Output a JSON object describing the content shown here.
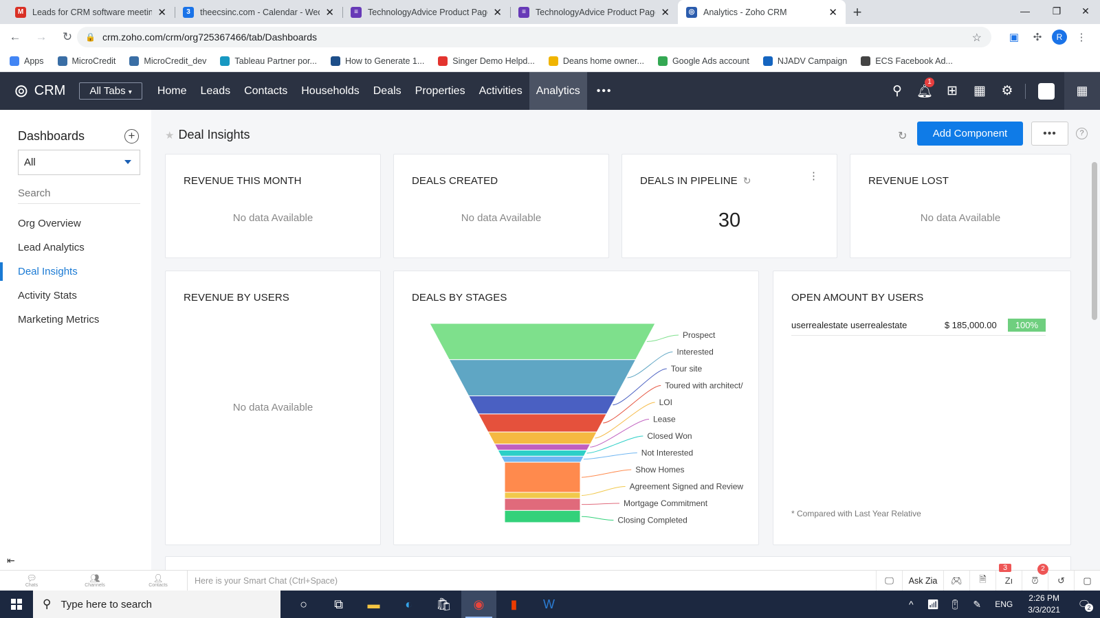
{
  "browser": {
    "tabs": [
      {
        "title": "Leads for CRM software meeting",
        "favicon": "gmail-icon",
        "color": "#d93025",
        "glyph": "M"
      },
      {
        "title": "theecsinc.com - Calendar - Wedn",
        "favicon": "calendar-icon",
        "color": "#1a73e8",
        "glyph": "3"
      },
      {
        "title": "TechnologyAdvice Product Page",
        "favicon": "forms-icon",
        "color": "#673ab7",
        "glyph": "≡"
      },
      {
        "title": "TechnologyAdvice Product Page",
        "favicon": "forms-icon",
        "color": "#673ab7",
        "glyph": "≡"
      },
      {
        "title": "Analytics - Zoho CRM",
        "favicon": "zoho-icon",
        "color": "#2b5cad",
        "glyph": "◎"
      }
    ],
    "url": "crm.zoho.com/crm/org725367466/tab/Dashboards",
    "profile_initial": "R",
    "bookmarks": [
      {
        "label": "Apps",
        "color": "#4285f4"
      },
      {
        "label": "MicroCredit",
        "color": "#3a6ea5"
      },
      {
        "label": "MicroCredit_dev",
        "color": "#3a6ea5"
      },
      {
        "label": "Tableau Partner por...",
        "color": "#1798c1"
      },
      {
        "label": "How to Generate 1...",
        "color": "#1d4e89"
      },
      {
        "label": "Singer Demo Helpd...",
        "color": "#e3342f"
      },
      {
        "label": "Deans home owner...",
        "color": "#f0b400"
      },
      {
        "label": "Google Ads account",
        "color": "#34a853"
      },
      {
        "label": "NJADV Campaign",
        "color": "#1565c0"
      },
      {
        "label": "ECS Facebook Ad...",
        "color": "#444444"
      }
    ]
  },
  "crm": {
    "logo_text": "CRM",
    "all_tabs": "All Tabs",
    "nav": [
      "Home",
      "Leads",
      "Contacts",
      "Households",
      "Deals",
      "Properties",
      "Activities",
      "Analytics"
    ],
    "active_nav": "Analytics",
    "notif_count": "1"
  },
  "sidebar": {
    "title": "Dashboards",
    "filter_value": "All",
    "search_placeholder": "Search",
    "items": [
      "Org Overview",
      "Lead Analytics",
      "Deal Insights",
      "Activity Stats",
      "Marketing Metrics"
    ],
    "active_item": "Deal Insights"
  },
  "page": {
    "title": "Deal Insights",
    "add_component_label": "Add Component",
    "help_label": "?"
  },
  "cards": {
    "revenue_this_month": {
      "title": "REVENUE THIS MONTH",
      "value": "No data Available"
    },
    "deals_created": {
      "title": "DEALS CREATED",
      "value": "No data Available"
    },
    "deals_in_pipeline": {
      "title": "DEALS IN PIPELINE",
      "value": "30"
    },
    "revenue_lost": {
      "title": "REVENUE LOST",
      "value": "No data Available"
    },
    "revenue_by_users": {
      "title": "REVENUE BY USERS",
      "value": "No data Available"
    },
    "deals_by_stages": {
      "title": "DEALS BY STAGES"
    },
    "open_amount_by_users": {
      "title": "OPEN AMOUNT BY USERS",
      "rows": [
        {
          "user": "userrealestate userrealestate",
          "amount": "$ 185,000.00",
          "percent": "100%"
        }
      ],
      "note": "* Compared with Last Year Relative"
    }
  },
  "chart_data": {
    "type": "funnel",
    "categories": [
      "Prospect",
      "Interested",
      "Tour site",
      "Toured with architect/",
      "LOI",
      "Lease",
      "Closed Won",
      "Not Interested",
      "Show Homes",
      "Agreement Signed and Review",
      "Mortgage Commitment",
      "Closing Completed"
    ],
    "values": [
      6,
      6,
      3,
      3,
      2,
      1,
      1,
      1,
      5,
      1,
      2,
      2
    ],
    "colors": [
      "#7ee08c",
      "#5fa6c4",
      "#4a60c2",
      "#e5513c",
      "#f5b942",
      "#c05fbf",
      "#2dcfc7",
      "#6fb6f2",
      "#ff8a4d",
      "#f1c84b",
      "#e06a7b",
      "#33d17a"
    ]
  },
  "chatbar": {
    "items": [
      "Chats",
      "Channels",
      "Contacts"
    ],
    "placeholder": "Here is your Smart Chat (Ctrl+Space)",
    "ask_zia": "Ask Zia",
    "badge_a": "3",
    "badge_b": "2"
  },
  "taskbar": {
    "search_text": "Type here to search",
    "language": "ENG",
    "time": "2:26 PM",
    "date": "3/3/2021",
    "notif_count": "2"
  }
}
